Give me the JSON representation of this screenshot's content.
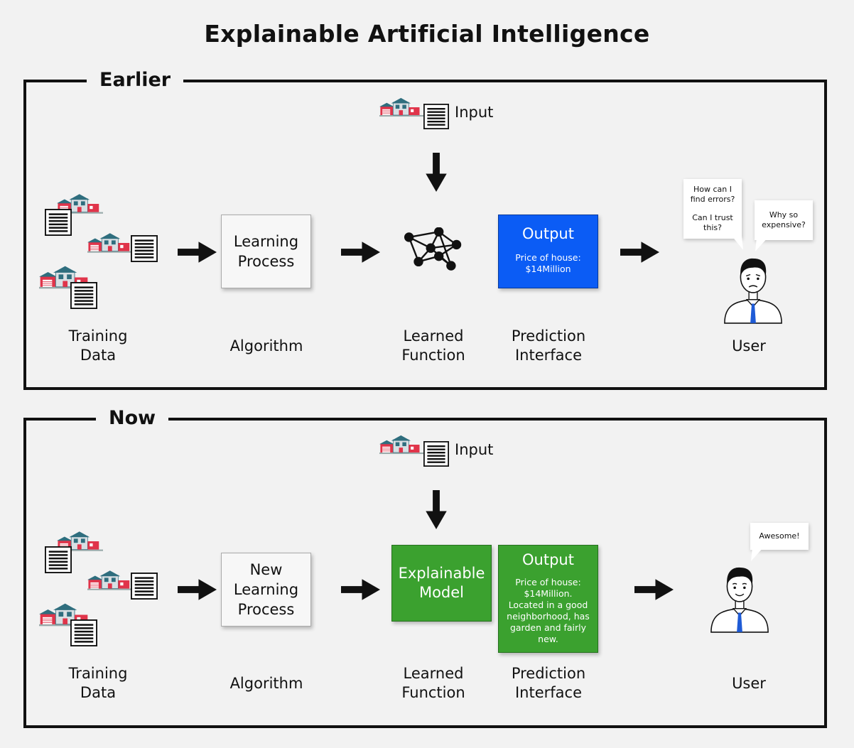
{
  "title": "Explainable Artificial Intelligence",
  "earlier": {
    "label": "Earlier",
    "input_label": "Input",
    "training_label": [
      "Training",
      "Data"
    ],
    "algorithm_box": [
      "Learning",
      "Process"
    ],
    "algorithm_label": "Algorithm",
    "function_label": [
      "Learned",
      "Function"
    ],
    "output_title": "Output",
    "output_text": [
      "Price of house:",
      "$14Million"
    ],
    "interface_label": [
      "Prediction",
      "Interface"
    ],
    "user_label": "User",
    "bubble1": [
      "How can I",
      "find errors?",
      "",
      "Can I trust",
      "this?"
    ],
    "bubble2": [
      "Why so",
      "expensive?"
    ]
  },
  "now": {
    "label": "Now",
    "input_label": "Input",
    "training_label": [
      "Training",
      "Data"
    ],
    "algorithm_box": [
      "New",
      "Learning",
      "Process"
    ],
    "algorithm_label": "Algorithm",
    "model_box": [
      "Explainable",
      "Model"
    ],
    "function_label": [
      "Learned",
      "Function"
    ],
    "output_title": "Output",
    "output_text": [
      "Price of house:",
      "$14Million.",
      "Located in a good",
      "neighborhood, has",
      "garden and fairly",
      "new."
    ],
    "interface_label": [
      "Prediction",
      "Interface"
    ],
    "user_label": "User",
    "bubble": "Awesome!"
  },
  "colors": {
    "output_blue": "#0b5cf5",
    "model_green": "#3ba12f",
    "house_red": "#e0344a",
    "house_teal": "#2f6e7e",
    "tie_blue": "#1f5bd6"
  },
  "icons": [
    "house-document-icon",
    "neural-network-icon",
    "user-avatar-icon",
    "arrow-right-icon",
    "arrow-down-icon"
  ]
}
